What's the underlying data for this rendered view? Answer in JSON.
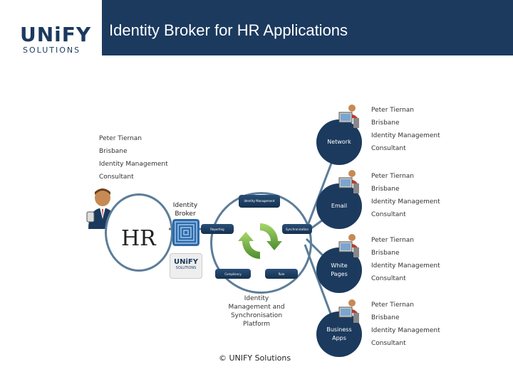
{
  "header": {
    "title": "Identity Broker for HR Applications",
    "logo": {
      "wordmark": "UNiFY",
      "sub": "SOLUTIONS"
    }
  },
  "colors": {
    "navy": "#1b3a5e",
    "ring": "#5c7d99",
    "green": "#6ab04c"
  },
  "hr_person": {
    "lines": [
      "Peter Tiernan",
      "Brisbane",
      "Identity Management",
      "Consultant"
    ]
  },
  "hr": {
    "label": "HR"
  },
  "broker": {
    "label": "Identity Broker",
    "tile_logo": "UNiFY",
    "tile_sub": "SOLUTIONS"
  },
  "platform": {
    "segments": [
      {
        "label": "Identity Management"
      },
      {
        "label": "Reporting"
      },
      {
        "label": "Synchronisation"
      },
      {
        "label": "Compliancy"
      },
      {
        "label": "Role"
      }
    ],
    "caption": "Identity Management and Synchronisation Platform"
  },
  "systems": [
    {
      "name": "Network",
      "lines": [
        "Peter Tiernan",
        "Brisbane",
        "Identity Management",
        "Consultant"
      ]
    },
    {
      "name": "Email",
      "lines": [
        "Peter Tiernan",
        "Brisbane",
        "Identity Management",
        "Consultant"
      ]
    },
    {
      "name": "White Pages",
      "lines": [
        "Peter Tiernan",
        "Brisbane",
        "Identity Management",
        "Consultant"
      ]
    },
    {
      "name": "Business Apps",
      "lines": [
        "Peter Tiernan",
        "Brisbane",
        "Identity Management",
        "Consultant"
      ]
    }
  ],
  "footer": {
    "text": "© UNIFY Solutions"
  }
}
